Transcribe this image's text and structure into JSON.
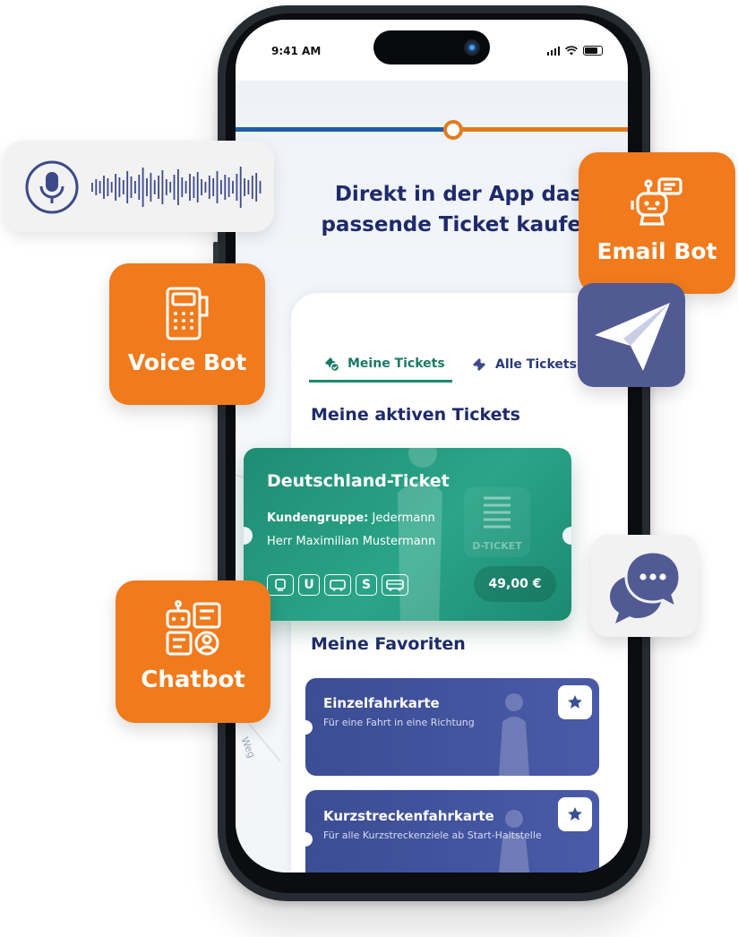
{
  "status_bar": {
    "time": "9:41 AM"
  },
  "app": {
    "headline_line1": "Direkt in der App das",
    "headline_line2": "passende Ticket kaufen",
    "tabs": [
      {
        "label": "Meine Tickets",
        "active": true
      },
      {
        "label": "Alle Tickets",
        "active": false
      }
    ],
    "active_section_title": "Meine aktiven Tickets",
    "active_ticket": {
      "title": "Deutschland-Ticket",
      "customer_group_label": "Kundengruppe:",
      "customer_group_value": "Jedermann",
      "holder": "Herr Maximilian Mustermann",
      "price": "49,00 €",
      "logo_text": "D-TICKET",
      "transport_modes": [
        "tram",
        "U",
        "bus",
        "S",
        "regional-bus"
      ],
      "mode_letters": {
        "u": "U",
        "s": "S"
      }
    },
    "favorites_section_title": "Meine Favoriten",
    "favorites": [
      {
        "name": "Einzelfahrkarte",
        "description": "Für eine Fahrt in eine Richtung"
      },
      {
        "name": "Kurzstreckenfahrkarte",
        "description": "Für alle Kurzstreckenziele ab Start-Haltstelle"
      }
    ],
    "map_street_label": "Weg"
  },
  "badges": {
    "email_bot": "Email Bot",
    "voice_bot": "Voice Bot",
    "chatbot": "Chatbot"
  },
  "colors": {
    "orange": "#f07a1c",
    "navy": "#1f2a6b",
    "teal": "#1f8c73",
    "indigo": "#525a94",
    "line_blue": "#1d5fa9",
    "line_orange": "#e37b1e"
  },
  "icons": [
    "microphone-icon",
    "waveform-icon",
    "robot-icon",
    "paper-plane-icon",
    "phone-keypad-icon",
    "chat-bubbles-icon",
    "chatbot-icon",
    "star-icon"
  ]
}
